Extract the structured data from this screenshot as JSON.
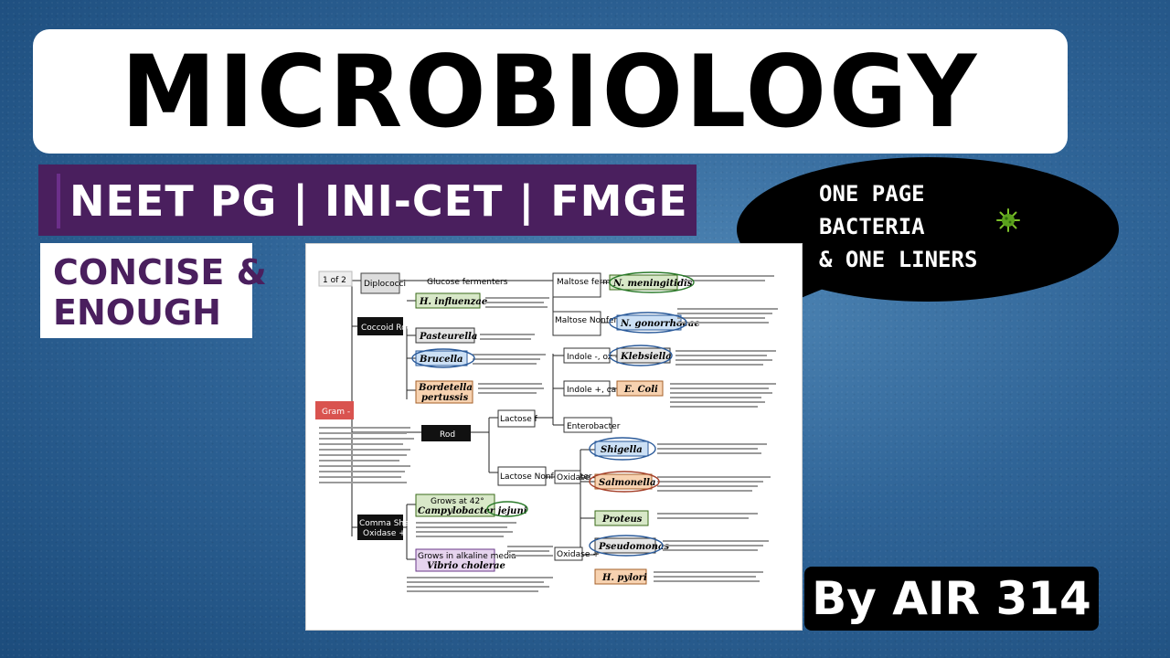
{
  "title": "MICROBIOLOGY",
  "exams": "NEET PG | INI-CET | FMGE",
  "tagline": [
    "CONCISE &",
    "ENOUGH"
  ],
  "bubble": {
    "lines": [
      "ONE PAGE",
      "BACTERIA",
      "& ONE LINERS"
    ],
    "icon": "virus-icon"
  },
  "author": "By AIR 314",
  "colors": {
    "background": "#2f6497",
    "purple": "#4a1f5e",
    "title_bg": "#ffffff",
    "bubble_bg": "#000000",
    "author_bg": "#000000"
  },
  "sheet": {
    "page_label": "1 of 2",
    "root": "Gram -",
    "groups": {
      "diplococci": "Diplococci\n(Neisseria)",
      "coccoid_rod": "Coccoid Rod",
      "rod": "Rod",
      "comma": "Comma Shaped\nOxidase +",
      "glucose": "Glucose fermenters",
      "maltose_f": "Maltose fermenter",
      "maltose_nf": "Maltose Nonferm, ox +",
      "indole_neg": "Indole -, ox -",
      "indole_pos": "Indole +, cat+",
      "lactose_f": "Lactose fermenter",
      "lactose_nf": "Lactose Nonfermenter",
      "oxidase_neg": "Oxidase -",
      "oxidase_pos": "Oxidase +",
      "campy_head": "Grows at 42°",
      "vibrio_head": "Grows in alkaline media"
    },
    "organisms": {
      "n_men": "N. meningitidis",
      "n_gon": "N. gonorrhoeae",
      "h_inf": "H. influenzae",
      "pasteurella": "Pasteurella",
      "brucella": "Brucella",
      "bordetella": "Bordetella pertussis",
      "klebsiella": "Klebsiella",
      "e_coli": "E. Coli",
      "enterobacter": "Enterobacter",
      "shigella": "Shigella",
      "salmonella": "Salmonella",
      "proteus": "Proteus",
      "pseudomonas": "Pseudomonas",
      "h_pylori": "H. pylori",
      "campylobacter": "Campylobacter jejuni",
      "vibrio": "Vibrio cholerae"
    }
  }
}
